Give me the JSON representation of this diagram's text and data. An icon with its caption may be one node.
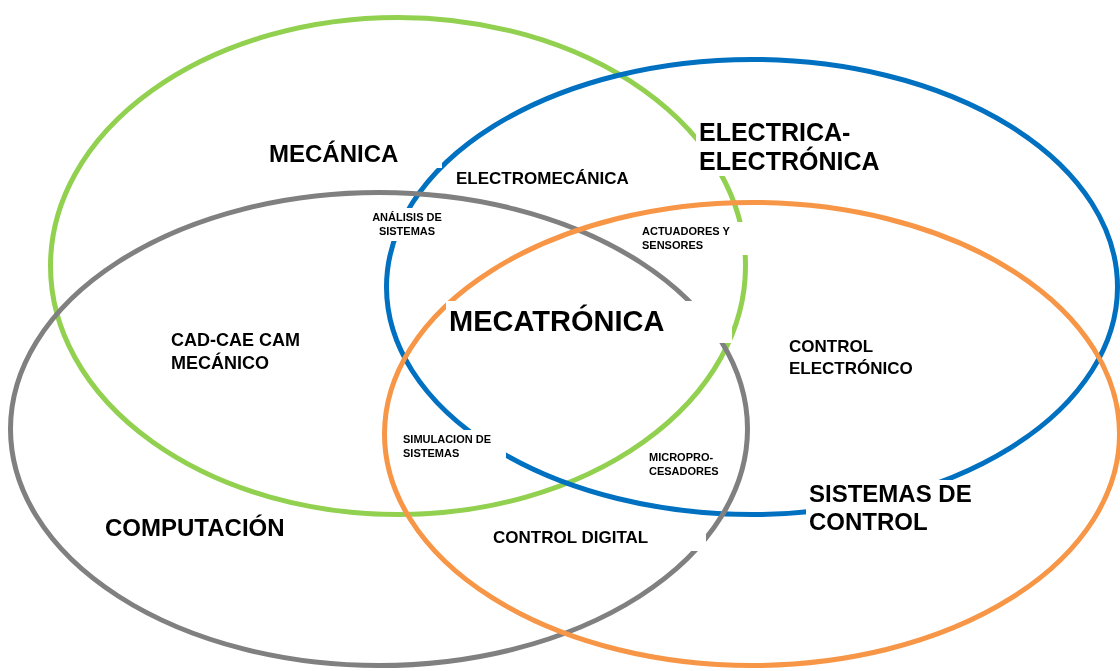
{
  "diagram": {
    "nodes": [
      {
        "text": [
          "MECÁNICA"
        ]
      },
      {
        "text": [
          "ELECTRICA- ELECTRÓNICA"
        ]
      },
      {
        "text": [
          "COMPUTACIÓN"
        ]
      },
      {
        "text": [
          "SISTEMAS DE CONTROL"
        ]
      }
    ],
    "labels": [
      "ELECTROMECÁNICA",
      "ANÁLISIS DE SISTEMAS",
      "ACTUADORES Y SENSORES",
      "MECATRÓNICA",
      "CAD-CAE CAM MECÁNICO",
      "CONTROL ELECTRÓNICO",
      "SIMULACION DE SISTEMAS",
      "MICROPRO-CESADORES",
      "CONTROL DIGITAL"
    ]
  }
}
